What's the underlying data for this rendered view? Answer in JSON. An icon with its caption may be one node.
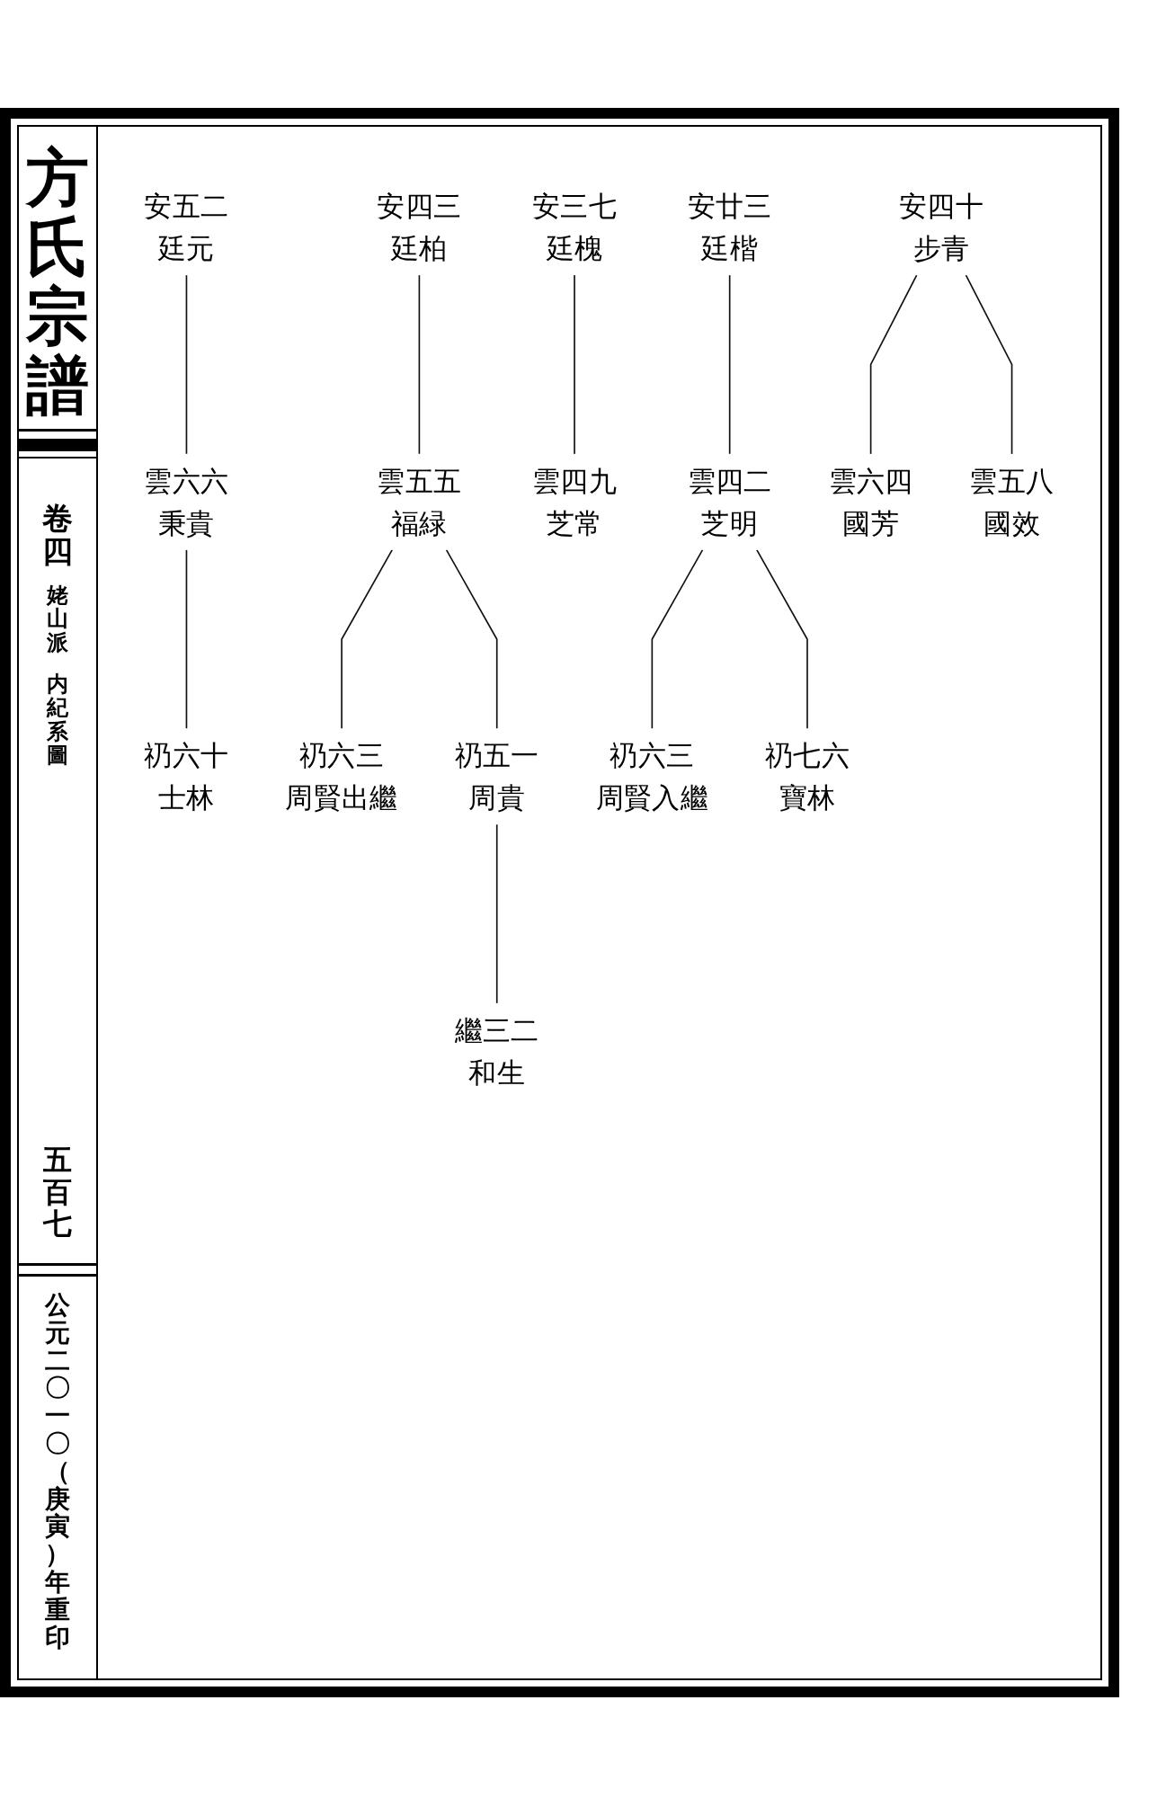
{
  "diagram": {
    "title": "方氏宗譜",
    "nodes": [
      {
        "text": [
          "安四十",
          "步青"
        ]
      },
      {
        "text": [
          "安廿三",
          "廷楷"
        ]
      },
      {
        "text": [
          "安三七",
          "廷槐"
        ]
      },
      {
        "text": [
          "安四三",
          "廷柏"
        ]
      },
      {
        "text": [
          "安五二",
          "廷元"
        ]
      },
      {
        "text": [
          "雲五八",
          "國效"
        ]
      },
      {
        "text": [
          "雲六四",
          "國芳"
        ]
      },
      {
        "text": [
          "雲四二",
          "芝明"
        ]
      },
      {
        "text": [
          "雲四九",
          "芝常"
        ]
      },
      {
        "text": [
          "雲五五",
          "福緑"
        ]
      },
      {
        "text": [
          "雲六六",
          "秉貴"
        ]
      },
      {
        "text": [
          "礽七六",
          "寶林"
        ]
      },
      {
        "text": [
          "礽六三",
          "周賢入繼"
        ]
      },
      {
        "text": [
          "礽五一",
          "周貴"
        ]
      },
      {
        "text": [
          "礽六三",
          "周賢出繼"
        ]
      },
      {
        "text": [
          "礽六十",
          "士林"
        ]
      },
      {
        "text": [
          "繼三二",
          "和生"
        ]
      }
    ],
    "edges": [
      {
        "from": 0,
        "to": 5,
        "arrow": "none"
      },
      {
        "from": 0,
        "to": 6,
        "arrow": "none"
      },
      {
        "from": 1,
        "to": 7,
        "arrow": "none"
      },
      {
        "from": 2,
        "to": 8,
        "arrow": "none"
      },
      {
        "from": 3,
        "to": 9,
        "arrow": "none"
      },
      {
        "from": 4,
        "to": 10,
        "arrow": "none"
      },
      {
        "from": 7,
        "to": 11,
        "arrow": "none"
      },
      {
        "from": 7,
        "to": 12,
        "arrow": "none"
      },
      {
        "from": 9,
        "to": 13,
        "arrow": "none"
      },
      {
        "from": 9,
        "to": 14,
        "arrow": "none"
      },
      {
        "from": 10,
        "to": 15,
        "arrow": "none"
      },
      {
        "from": 13,
        "to": 16,
        "arrow": "none"
      }
    ],
    "labels": [
      "卷四",
      "姥山派",
      "内紀系圖",
      "五百七",
      "公元二〇一〇（庚寅）年重印"
    ]
  }
}
